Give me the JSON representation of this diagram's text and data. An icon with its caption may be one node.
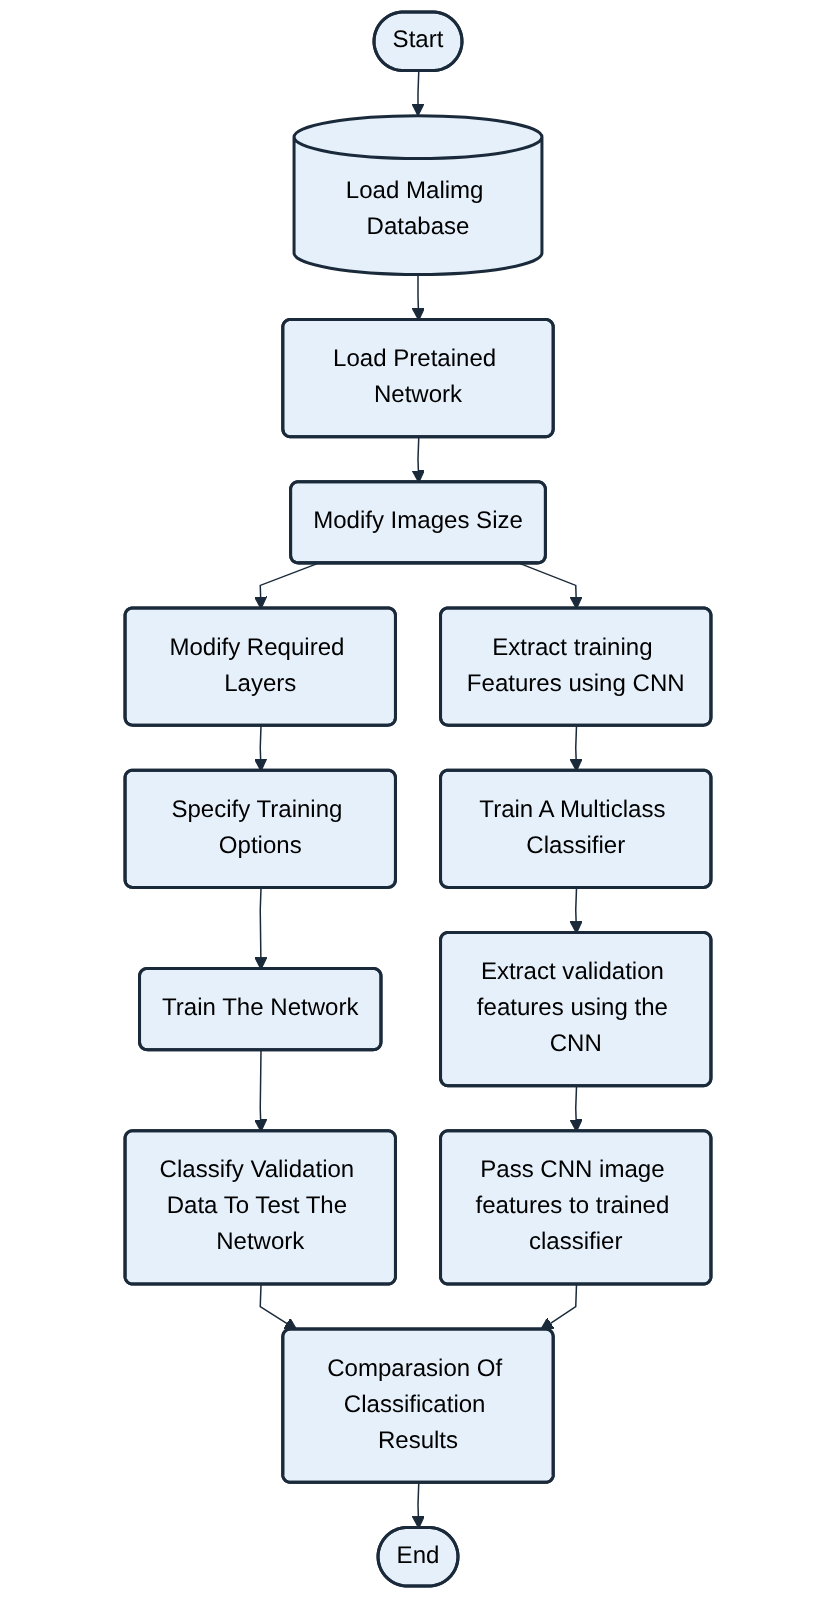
{
  "diagram": {
    "nodes": [
      {
        "text": [
          "Start"
        ]
      },
      {
        "text": [
          "Load Malimg Database"
        ]
      },
      {
        "text": [
          "Load Pretained Network"
        ]
      },
      {
        "text": [
          "Modify Images Size"
        ]
      },
      {
        "text": [
          "Modify Required Layers"
        ]
      },
      {
        "text": [
          "Extract training Features using CNN"
        ]
      },
      {
        "text": [
          "Specify Training Options"
        ]
      },
      {
        "text": [
          "Train A Multiclass Classifier"
        ]
      },
      {
        "text": [
          "Train The Network"
        ]
      },
      {
        "text": [
          "Extract validation features using the CNN"
        ]
      },
      {
        "text": [
          "Classify Validation Data To Test The Network"
        ]
      },
      {
        "text": [
          "Pass CNN image features to trained classifier"
        ]
      },
      {
        "text": [
          "Comparasion Of Classification Results"
        ]
      },
      {
        "text": [
          "End"
        ]
      }
    ],
    "edges": [
      {
        "from": 0,
        "to": 1,
        "arrow": "to"
      },
      {
        "from": 1,
        "to": 2,
        "arrow": "to"
      },
      {
        "from": 2,
        "to": 3,
        "arrow": "to"
      },
      {
        "from": 3,
        "to": 4,
        "arrow": "to"
      },
      {
        "from": 3,
        "to": 5,
        "arrow": "to"
      },
      {
        "from": 4,
        "to": 6,
        "arrow": "to"
      },
      {
        "from": 5,
        "to": 7,
        "arrow": "to"
      },
      {
        "from": 6,
        "to": 8,
        "arrow": "to"
      },
      {
        "from": 7,
        "to": 9,
        "arrow": "to"
      },
      {
        "from": 8,
        "to": 10,
        "arrow": "to"
      },
      {
        "from": 9,
        "to": 11,
        "arrow": "to"
      },
      {
        "from": 10,
        "to": 12,
        "arrow": "to"
      },
      {
        "from": 11,
        "to": 12,
        "arrow": "to"
      },
      {
        "from": 12,
        "to": 13,
        "arrow": "to"
      }
    ]
  }
}
